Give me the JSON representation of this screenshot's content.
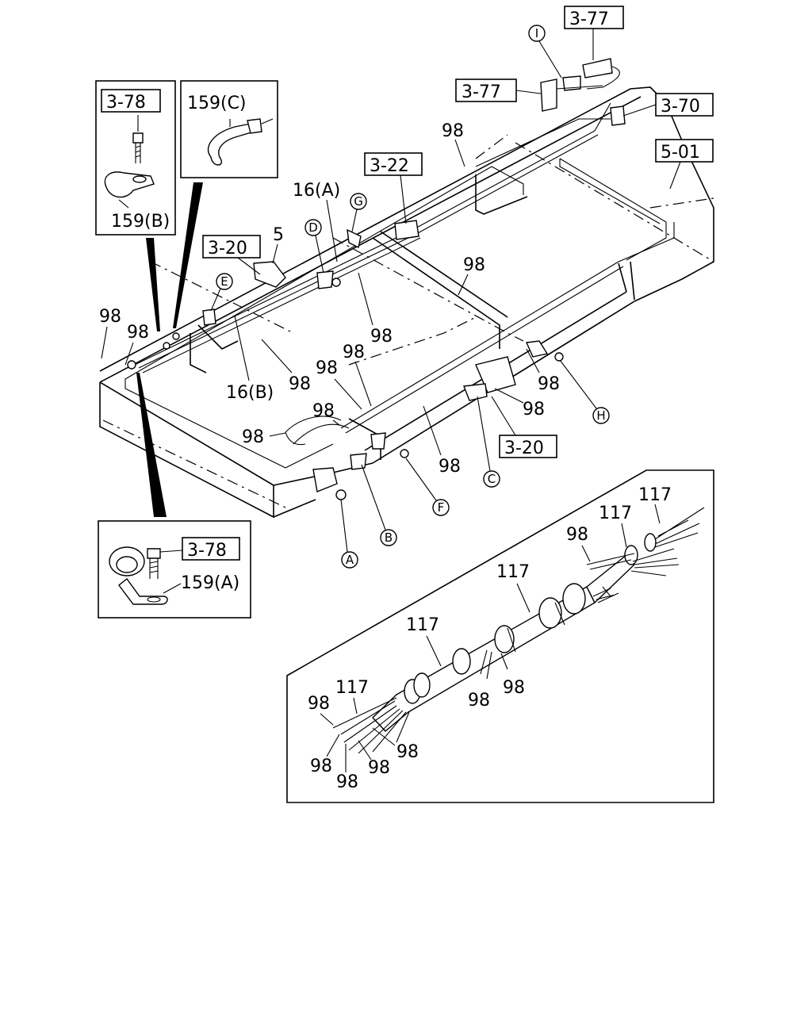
{
  "refs": {
    "r3_77_top": "3-77",
    "r3_77_mid": "3-77",
    "r3_70": "3-70",
    "r5_01": "5-01",
    "r3_22": "3-22",
    "r3_20_left": "3-20",
    "r3_20_right": "3-20",
    "r3_78_box1": "3-78",
    "r3_78_box2": "3-78"
  },
  "parts": {
    "p159c": "159(C)",
    "p159b": "159(B)",
    "p159a": "159(A)",
    "p16a": "16(A)",
    "p16b": "16(B)",
    "p5": "5",
    "p98": "98",
    "p117": "117"
  },
  "circles": {
    "A": "A",
    "B": "B",
    "C": "C",
    "D": "D",
    "E": "E",
    "F": "F",
    "G": "G",
    "H": "H",
    "I": "I"
  }
}
